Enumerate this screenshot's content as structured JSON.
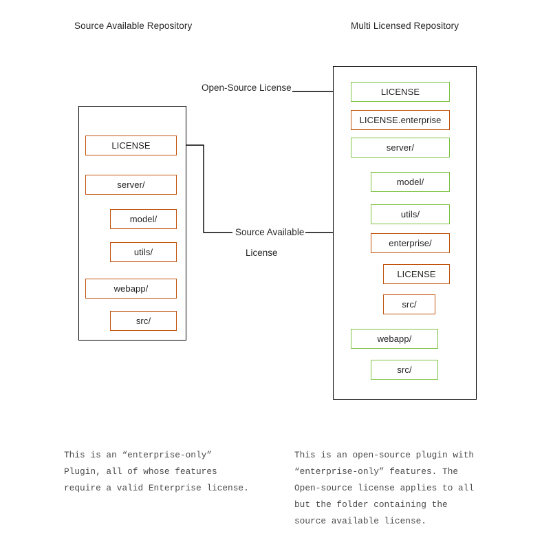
{
  "colors": {
    "source_available_border": "#C0520A",
    "open_source_border": "#7DC243",
    "container_border": "#000000",
    "arrow": "#000000",
    "text": "#262626",
    "caption_text": "#4a4a4a"
  },
  "left_repo": {
    "title": "Source Available Repository",
    "nodes": [
      {
        "label": "LICENSE",
        "license": "source-available",
        "indent": 0
      },
      {
        "label": "server/",
        "license": "source-available",
        "indent": 0
      },
      {
        "label": "model/",
        "license": "source-available",
        "indent": 1
      },
      {
        "label": "utils/",
        "license": "source-available",
        "indent": 1
      },
      {
        "label": "webapp/",
        "license": "source-available",
        "indent": 0
      },
      {
        "label": "src/",
        "license": "source-available",
        "indent": 1
      }
    ],
    "caption": "This is an “enterprise-only”\nPlugin, all of whose features\nrequire a valid Enterprise license."
  },
  "right_repo": {
    "title": "Multi Licensed Repository",
    "nodes": [
      {
        "label": "LICENSE",
        "license": "open-source",
        "indent": 0
      },
      {
        "label": "LICENSE.enterprise",
        "license": "source-available",
        "indent": 0
      },
      {
        "label": "server/",
        "license": "open-source",
        "indent": 0
      },
      {
        "label": "model/",
        "license": "open-source",
        "indent": 1
      },
      {
        "label": "utils/",
        "license": "open-source",
        "indent": 1
      },
      {
        "label": "enterprise/",
        "license": "source-available",
        "indent": 1
      },
      {
        "label": "LICENSE",
        "license": "source-available",
        "indent": 2
      },
      {
        "label": "src/",
        "license": "source-available",
        "indent": 1
      },
      {
        "label": "webapp/",
        "license": "open-source",
        "indent": 0
      },
      {
        "label": "src/",
        "license": "open-source",
        "indent": 1
      }
    ],
    "caption": "This is an open-source plugin with\n“enterprise-only” features. The\nOpen-source license applies to all\nbut the folder containing the\nsource available license."
  },
  "edges": {
    "open_source_label": "Open-Source License",
    "source_available_label_line1": "Source Available",
    "source_available_label_line2": "License"
  }
}
